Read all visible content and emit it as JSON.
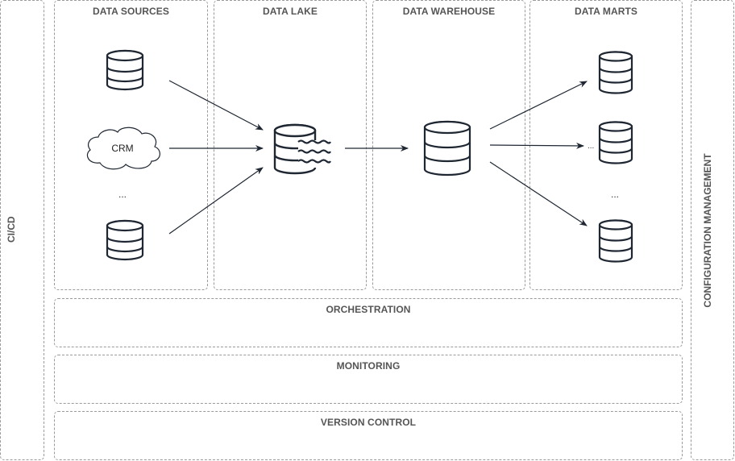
{
  "stages": {
    "sources": "DATA SOURCES",
    "lake": "DATA LAKE",
    "warehouse": "DATA WAREHOUSE",
    "marts": "DATA MARTS"
  },
  "layers": {
    "orchestration": "ORCHESTRATION",
    "monitoring": "MONITORING",
    "version_control": "VERSION CONTROL"
  },
  "side": {
    "cicd": "CI/CD",
    "config": "CONFIGURATION MANAGEMENT"
  },
  "nodes": {
    "crm": "CRM",
    "sources_ellipsis": "...",
    "marts_ellipsis": "...",
    "arrow_ellipsis": "..."
  },
  "colors": {
    "border": "#9a9a9a",
    "stroke": "#1f2733",
    "label": "#555555"
  }
}
